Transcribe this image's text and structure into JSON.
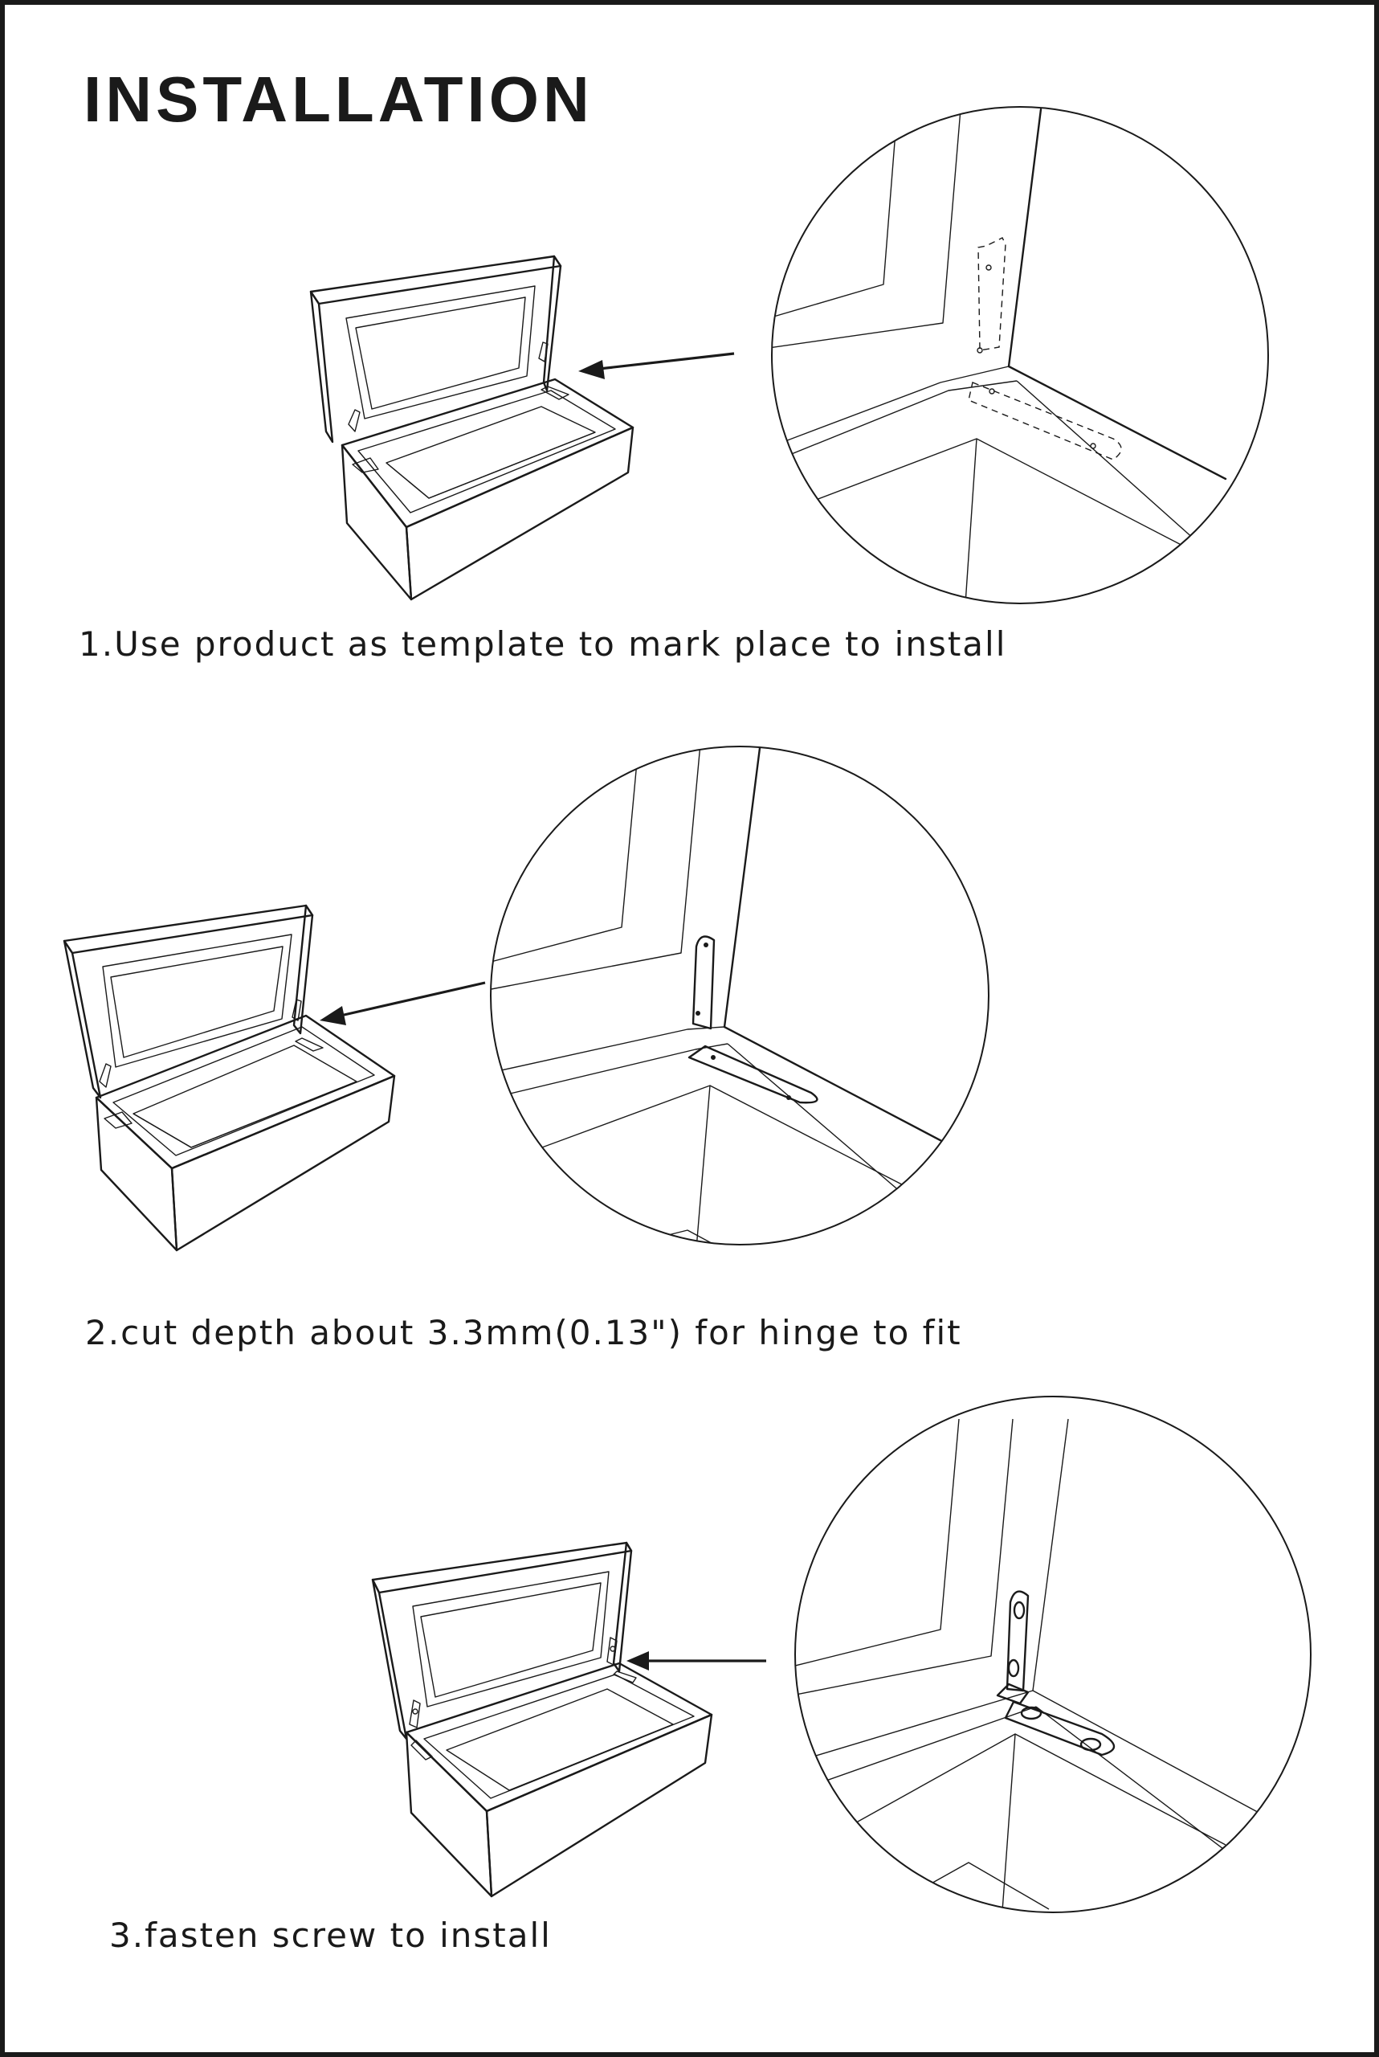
{
  "title": "INSTALLATION",
  "steps": [
    {
      "text": "1.Use product as template to mark place to install"
    },
    {
      "text": "2.cut depth about 3.3mm(0.13\") for hinge to fit"
    },
    {
      "text": "3.fasten screw to install"
    }
  ],
  "colors": {
    "ink": "#1a1a1a",
    "paper": "#ffffff"
  }
}
